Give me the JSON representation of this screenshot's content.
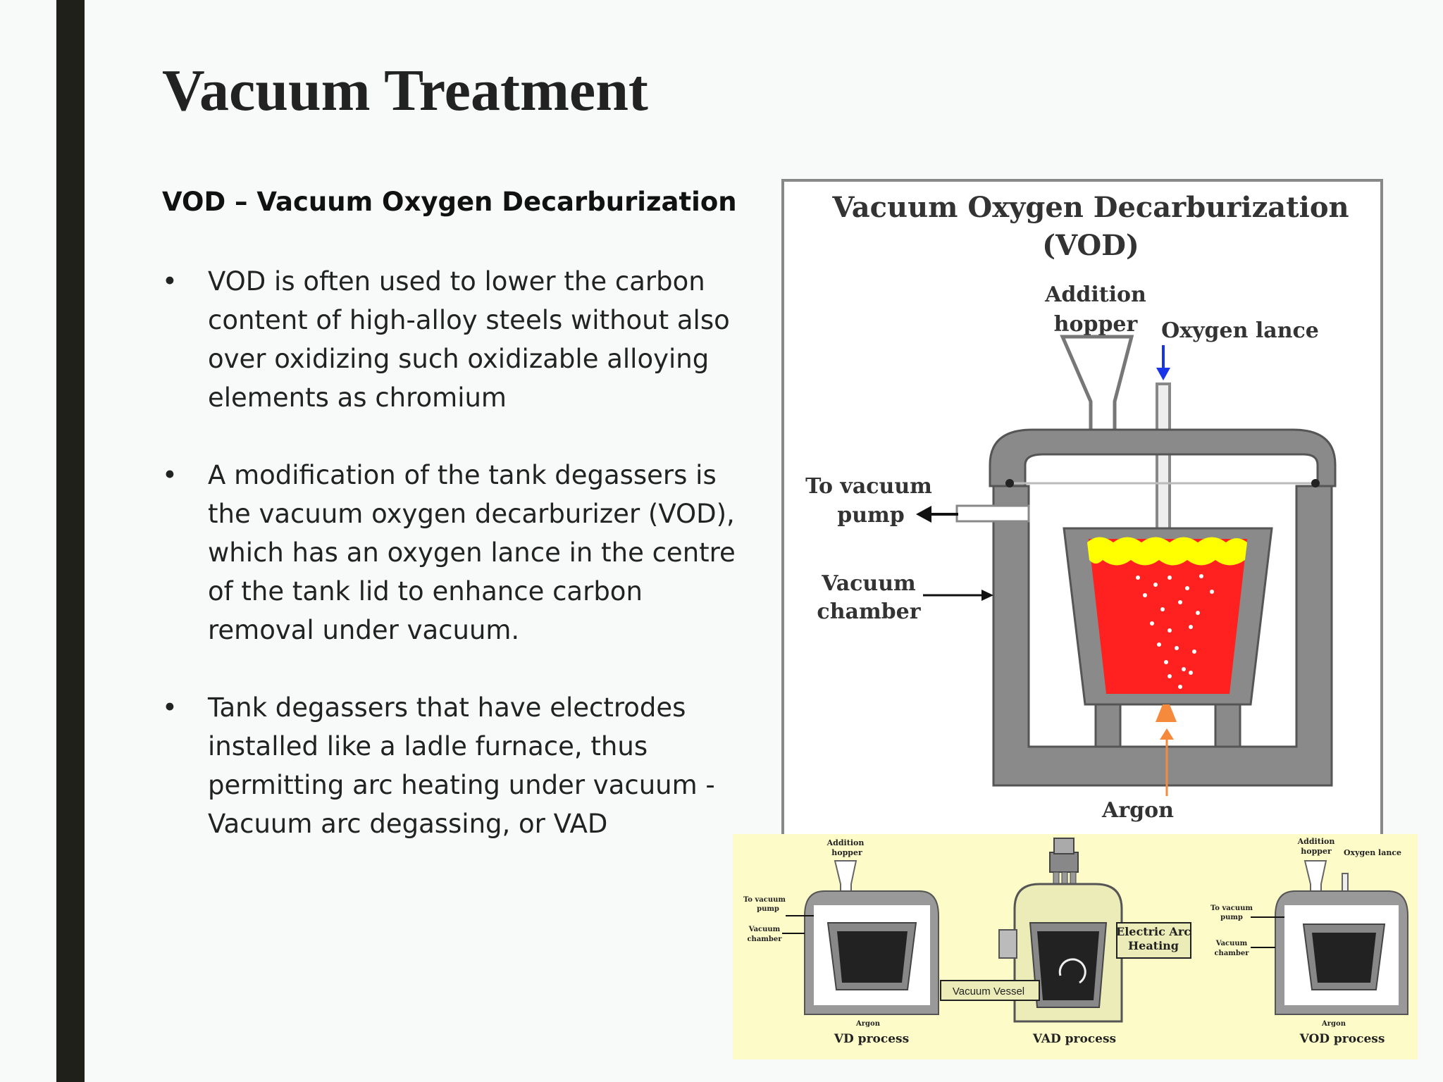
{
  "slide": {
    "title": "Vacuum Treatment",
    "subtitle": "VOD – Vacuum Oxygen Decarburization",
    "bullets": [
      "VOD is often used to lower the carbon content of high-alloy steels without also over oxidizing such oxidizable alloying elements as chromium",
      "A modification of the tank degassers is the vacuum oxygen decarburizer (VOD), which has an oxygen lance in the centre of the tank lid to enhance carbon removal under vacuum.",
      "Tank degassers that have electrodes installed like a ladle furnace, thus permitting arc heating under vacuum - Vacuum arc degassing, or VAD"
    ],
    "bullet_symbol": "•"
  },
  "vod_diagram": {
    "title_line1": "Vacuum Oxygen Decarburization",
    "title_line2": "(VOD)",
    "addition": "Addition",
    "hopper": "hopper",
    "oxygen_lance": "Oxygen lance",
    "to_vacuum": "To vacuum",
    "pump": "pump",
    "vacuum": "Vacuum",
    "chamber": "chamber",
    "argon": "Argon"
  },
  "process_diagram": {
    "vd": {
      "addition": "Addition",
      "hopper": "hopper",
      "to_vacuum": "To vacuum",
      "pump": "pump",
      "vacuum": "Vacuum",
      "chamber": "chamber",
      "argon": "Argon",
      "caption": "VD process"
    },
    "vad": {
      "electric_arc": "Electric Arc",
      "heating": "Heating",
      "vacuum_vessel": "Vacuum Vessel",
      "caption": "VAD process"
    },
    "vod": {
      "addition": "Addition",
      "hopper": "hopper",
      "oxygen_lance": "Oxygen lance",
      "to_vacuum": "To vacuum",
      "pump": "pump",
      "vacuum": "Vacuum",
      "chamber": "chamber",
      "argon": "Argon",
      "caption": "VOD process"
    }
  },
  "colors": {
    "accent_bar": "#1f2019",
    "steel": "#ff2020",
    "slag": "#ffff00",
    "oxygen_arrow": "#1a35e8",
    "argon_arrow": "#f58a3c",
    "wall": "#8a8a8a",
    "process_bg": "#fdfbc8"
  }
}
